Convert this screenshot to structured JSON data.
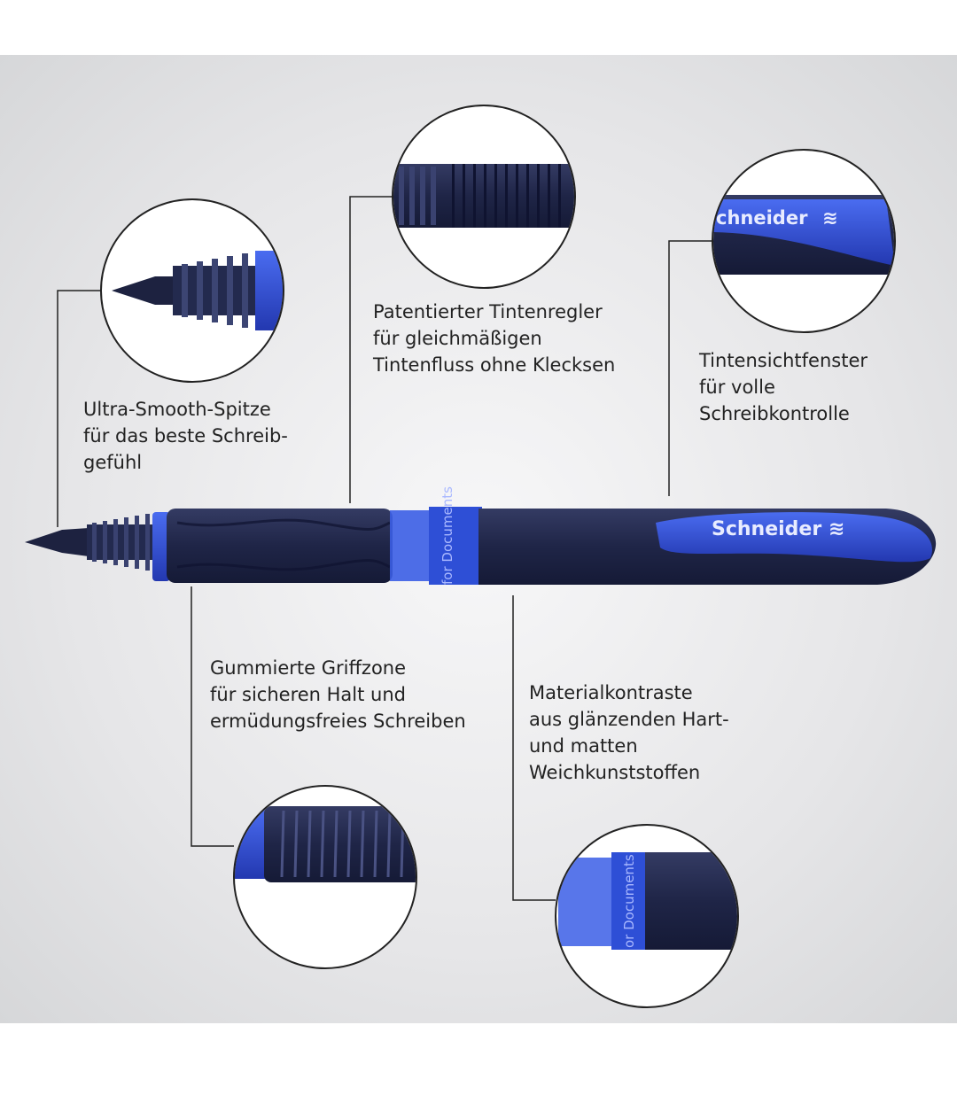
{
  "brand": "Schneider",
  "barrel_print": "for Documents",
  "zoom_brand_partial": "chneider",
  "zoom_barrel_partial": "or Documents",
  "colors": {
    "pen_blue": "#2f4fd0",
    "pen_navy": "#1f2547",
    "background": "#e4e4e6"
  },
  "callouts": [
    {
      "lines": [
        "Ultra-Smooth-Spitze",
        "für das beste Schreib-",
        "gefühl"
      ]
    },
    {
      "lines": [
        "Patentierter Tintenregler",
        "für gleichmäßigen",
        "Tintenfluss ohne Klecksen"
      ]
    },
    {
      "lines": [
        "Tintensichtfenster",
        "für volle",
        "Schreibkontrolle"
      ]
    },
    {
      "lines": [
        "Gummierte Griffzone",
        "für sicheren Halt und",
        "ermüdungsfreies Schreiben"
      ]
    },
    {
      "lines": [
        "Materialkontraste",
        "aus glänzenden Hart-",
        "und matten",
        "Weichkunststoffen"
      ]
    }
  ]
}
